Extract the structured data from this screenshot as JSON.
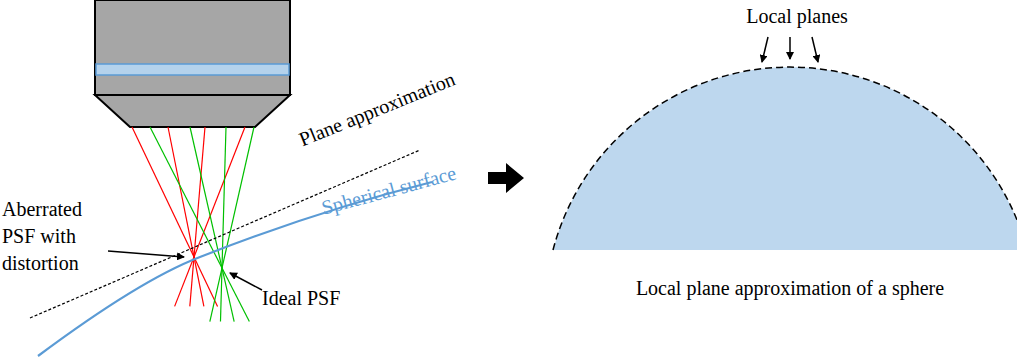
{
  "diagram": {
    "labels": [
      "Plane approximation",
      "Spherical surface",
      "Aberrated PSF with distortion",
      "Ideal PSF",
      "Local planes",
      "Local plane approximation of a sphere"
    ]
  }
}
